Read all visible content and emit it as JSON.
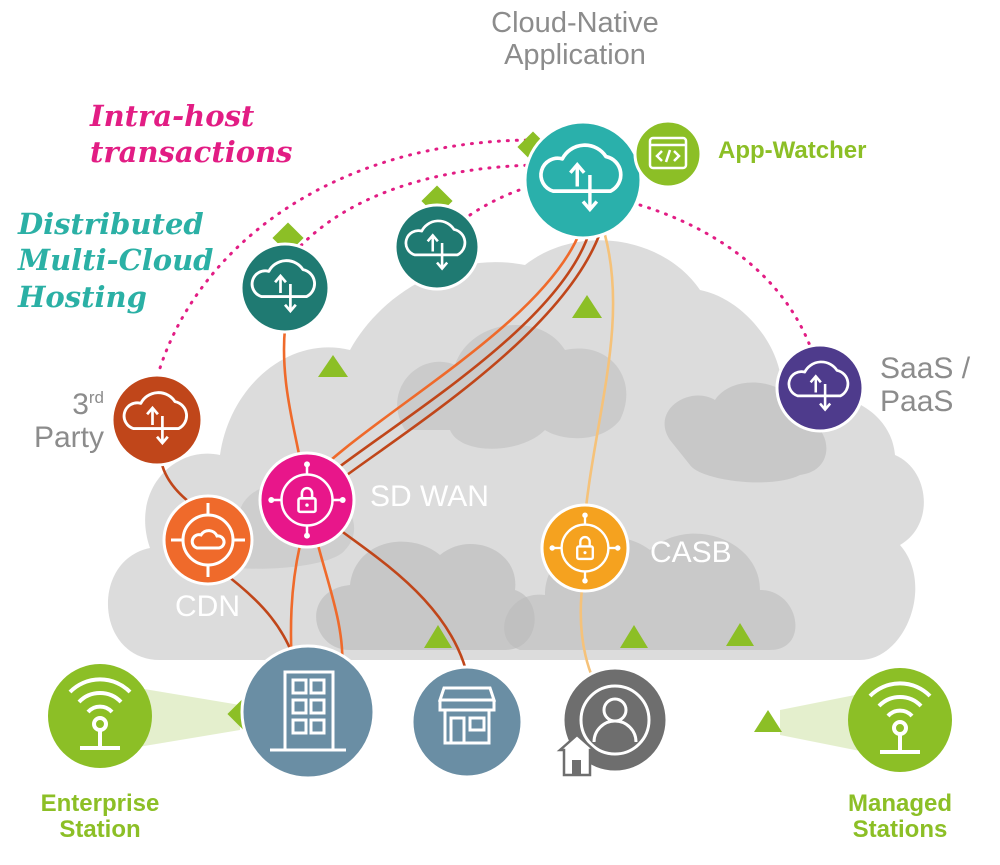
{
  "title": {
    "line1": "Cloud-Native",
    "line2": "Application"
  },
  "intra_host": {
    "line1": "Intra-host",
    "line2": "transactions"
  },
  "distributed": {
    "line1": "Distributed",
    "line2": "Multi-Cloud",
    "line3": "Hosting"
  },
  "app_watcher": "App-Watcher",
  "saas": {
    "line1": "SaaS /",
    "line2": "PaaS"
  },
  "third_party": {
    "line1": "3",
    "sup": "rd",
    "line2": "Party"
  },
  "sd_wan": "SD WAN",
  "casb": "CASB",
  "cdn": "CDN",
  "enterprise_station": {
    "line1": "Enterprise",
    "line2": "Station"
  },
  "managed_stations": {
    "line1": "Managed",
    "line2": "Stations"
  },
  "colors": {
    "cloud_native": "#2ab0ab",
    "dark_teal": "#1f7a72",
    "third_party": "#c0461a",
    "cdn": "#ef6a2b",
    "sd_wan": "#e8168a",
    "casb": "#f5a21f",
    "saas": "#4e3b8c",
    "building": "#6a8ea4",
    "remote_user": "#6e6e6e",
    "station": "#8cbf26",
    "intra_host": "#e21d84",
    "distributed": "#2bb0a5",
    "cloud_gray": "#c8c8c8"
  },
  "icons": [
    "cloud-sync-icon",
    "code-window-icon",
    "network-lock-icon",
    "network-cloud-icon",
    "office-building-icon",
    "storefront-icon",
    "user-icon",
    "home-icon",
    "wifi-router-icon",
    "sensor-triangle-icon",
    "sensor-diamond-icon"
  ]
}
